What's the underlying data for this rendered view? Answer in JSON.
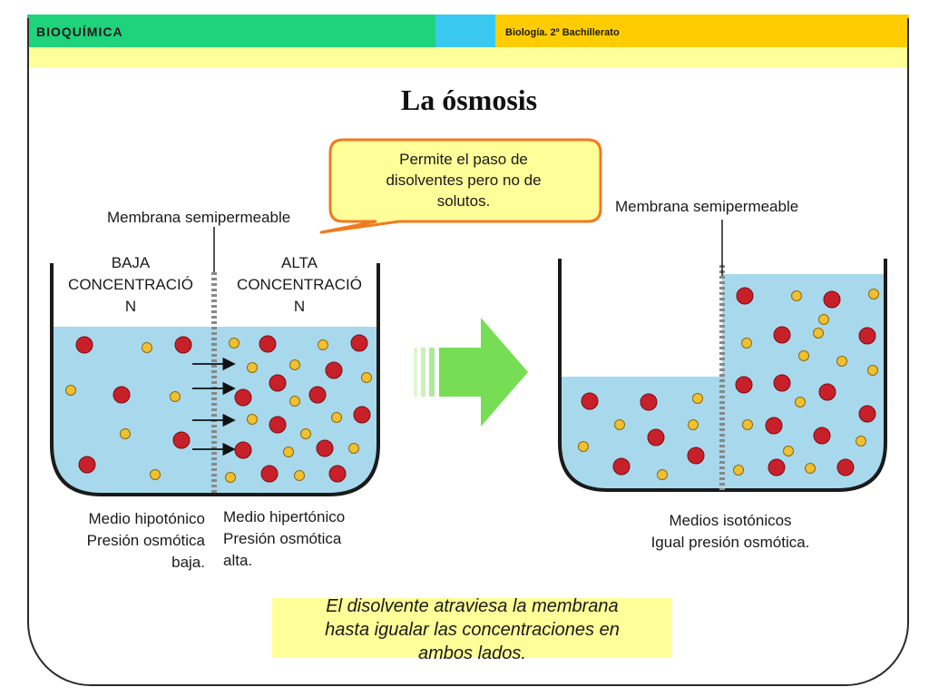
{
  "header": {
    "left_label": "BIOQUÍMICA",
    "right_label": "Biología. 2º Bachillerato"
  },
  "title": "La ósmosis",
  "callout": {
    "lines": [
      "Permite el paso de",
      "disolventes pero no de",
      "solutos."
    ]
  },
  "left_beaker": {
    "membrane_label": "Membrana semipermeable",
    "low_side": {
      "lines": [
        "BAJA",
        "CONCENTRACIÓ",
        "N"
      ]
    },
    "high_side": {
      "lines": [
        "ALTA",
        "CONCENTRACIÓ",
        "N"
      ]
    },
    "hypotonic": {
      "lines": [
        "Medio hipotónico",
        "Presión osmótica",
        "baja."
      ]
    },
    "hypertonic": {
      "lines": [
        "Medio hipertónico",
        "Presión osmótica",
        "alta."
      ]
    }
  },
  "right_beaker": {
    "membrane_label": "Membrana semipermeable",
    "isotonic": {
      "lines": [
        "Medios isotónicos",
        "Igual presión osmótica."
      ]
    }
  },
  "summary": {
    "lines": [
      "El disolvente atraviesa la membrana",
      "hasta igualar las concentraciones en",
      "ambos lados."
    ]
  },
  "colors": {
    "water": "#a8d8ec",
    "red_particle": "#c8202a",
    "yellow_particle": "#f0c030",
    "callout_border": "#f07a20",
    "callout_fill": "#ffff99",
    "arrow_green": "#66dd44"
  }
}
